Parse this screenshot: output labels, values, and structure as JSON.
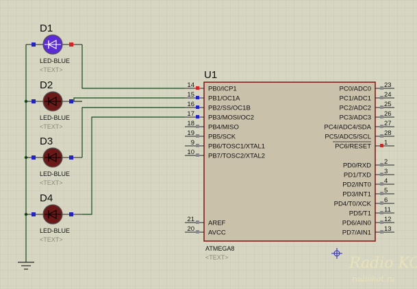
{
  "schematic": {
    "leds": [
      {
        "ref": "D1",
        "type": "LED-BLUE",
        "text": "<TEXT>",
        "body_color": "#5a2bd6",
        "state": "lit"
      },
      {
        "ref": "D2",
        "type": "LED-BLUE",
        "text": "<TEXT>",
        "body_color": "#6b1818",
        "state": "off"
      },
      {
        "ref": "D3",
        "type": "LED-BLUE",
        "text": "<TEXT>",
        "body_color": "#6b1818",
        "state": "off"
      },
      {
        "ref": "D4",
        "type": "LED-BLUE",
        "text": "<TEXT>",
        "body_color": "#6b1818",
        "state": "off"
      }
    ],
    "mcu": {
      "ref": "U1",
      "name": "ATMEGA8",
      "text": "<TEXT>",
      "body_color": "#c9c1aa",
      "outline_color": "#8b1a1a",
      "left_pins": [
        {
          "num": "14",
          "name": "PB0/ICP1"
        },
        {
          "num": "15",
          "name": "PB1/OC1A"
        },
        {
          "num": "16",
          "name": "PB2/SS/OC1B"
        },
        {
          "num": "17",
          "name": "PB3/MOSI/OC2"
        },
        {
          "num": "18",
          "name": "PB4/MISO"
        },
        {
          "num": "19",
          "name": "PB5/SCK"
        },
        {
          "num": "9",
          "name": "PB6/TOSC1/XTAL1"
        },
        {
          "num": "10",
          "name": "PB7/TOSC2/XTAL2"
        },
        {
          "num": "21",
          "name": "AREF"
        },
        {
          "num": "20",
          "name": "AVCC"
        }
      ],
      "right_pins": [
        {
          "num": "23",
          "name": "PC0/ADC0"
        },
        {
          "num": "24",
          "name": "PC1/ADC1"
        },
        {
          "num": "25",
          "name": "PC2/ADC2"
        },
        {
          "num": "26",
          "name": "PC3/ADC3"
        },
        {
          "num": "27",
          "name": "PC4/ADC4/SDA"
        },
        {
          "num": "28",
          "name": "PC5/ADC5/SCL"
        },
        {
          "num": "1",
          "name": "PC6/RESET"
        },
        {
          "num": "2",
          "name": "PD0/RXD"
        },
        {
          "num": "3",
          "name": "PD1/TXD"
        },
        {
          "num": "4",
          "name": "PD2/INT0"
        },
        {
          "num": "5",
          "name": "PD3/INT1"
        },
        {
          "num": "6",
          "name": "PD4/T0/XCK"
        },
        {
          "num": "11",
          "name": "PD5/T1"
        },
        {
          "num": "12",
          "name": "PD6/AIN0"
        },
        {
          "num": "13",
          "name": "PD7/AIN1"
        }
      ]
    },
    "colors": {
      "background": "#d6d6c2",
      "grid": "#c4c4ae",
      "wire": "#0d4a1a",
      "pin_low": "#2222cc",
      "pin_high": "#dd2222",
      "pin_idle": "#8a8a8a"
    }
  },
  "watermark": {
    "title": "Radio KOT",
    "url": "radiokot.ru"
  }
}
